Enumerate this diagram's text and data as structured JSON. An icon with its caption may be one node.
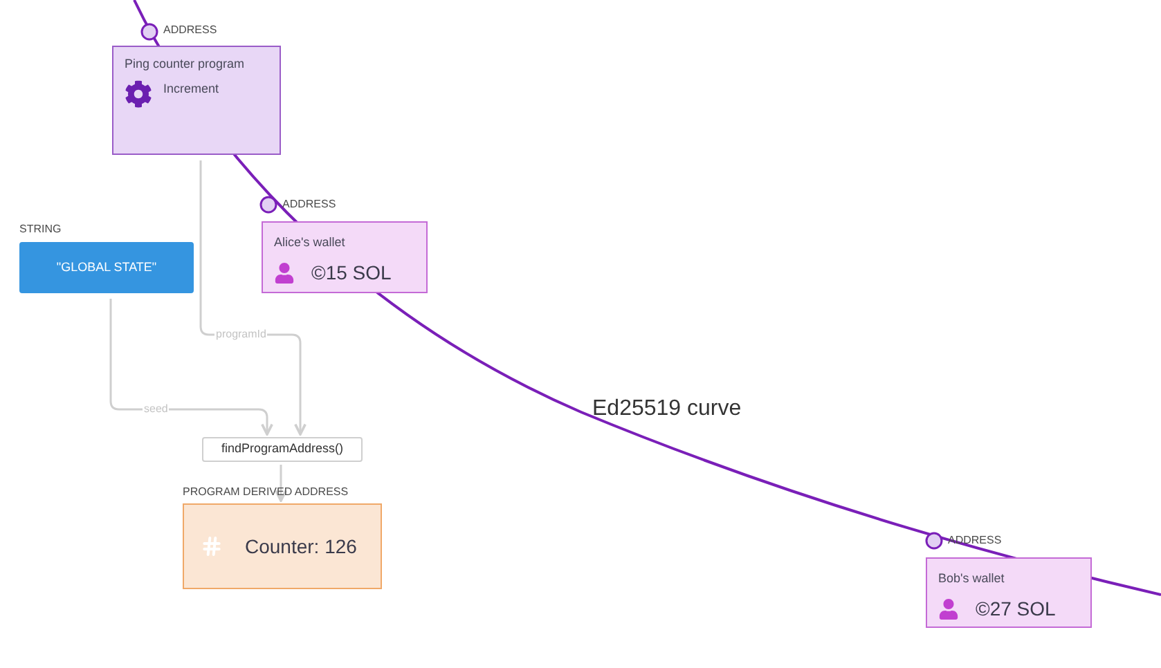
{
  "diagram": {
    "nodes": [
      {
        "text": [
          "Ping counter program",
          "Increment"
        ],
        "beside": [
          "ADDRESS"
        ]
      },
      {
        "text": [
          "Alice's wallet",
          "©15 SOL"
        ],
        "beside": [
          "ADDRESS"
        ]
      },
      {
        "text": [
          "\"GLOBAL STATE\""
        ],
        "beside": [
          "STRING"
        ]
      },
      {
        "text": [
          "findProgramAddress()"
        ]
      },
      {
        "text": [
          "Counter: 126"
        ],
        "beside": [
          "PROGRAM DERIVED ADDRESS"
        ]
      },
      {
        "text": [
          "Bob's wallet",
          "©27 SOL"
        ],
        "beside": [
          "ADDRESS"
        ]
      }
    ],
    "edges": [
      {
        "from": 2,
        "to": 3,
        "arrow": "to",
        "label": "seed"
      },
      {
        "from": 0,
        "to": 3,
        "arrow": "to",
        "label": "programId"
      },
      {
        "from": 3,
        "to": 4,
        "arrow": "to"
      }
    ],
    "labels": [
      "Ed25519 curve"
    ]
  }
}
